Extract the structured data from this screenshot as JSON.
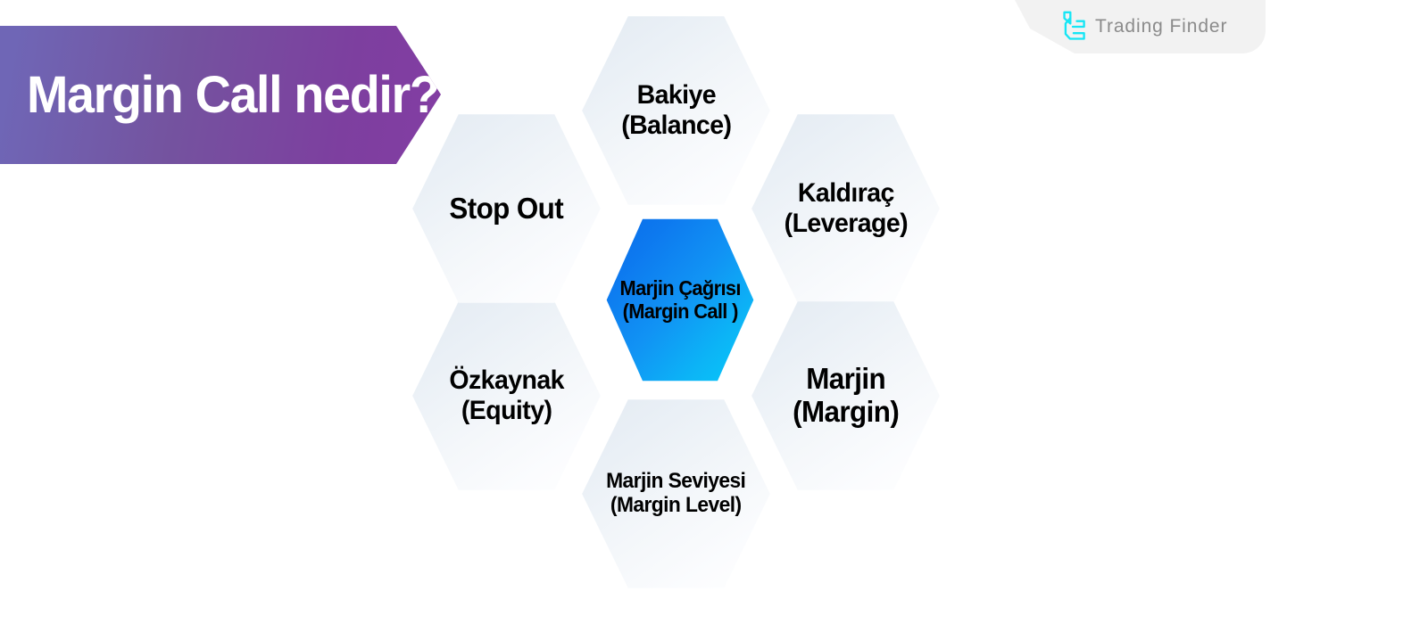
{
  "title": {
    "text": "Margin Call nedir?"
  },
  "brand": {
    "name": "Trading Finder",
    "logo_icon": "trading-finder-logo-icon"
  },
  "colors": {
    "ribbon_start": "#6f66b6",
    "ribbon_end": "#833da3",
    "center_hex_start": "#0a6ce8",
    "center_hex_end": "#07ccfa",
    "outer_hex_light": "#ffffff",
    "outer_hex_shade": "#e3eaf2",
    "label_text": "#000000",
    "brand_text": "#8b8b8b",
    "logo_mark": "#16e6f5"
  },
  "diagram": {
    "type": "honeycomb",
    "center": {
      "id": "margin-call",
      "line1": "Marjin Çağrısı",
      "line2": "(Margin Call )",
      "label": "Marjin Çağrısı\n(Margin Call )"
    },
    "nodes": [
      {
        "id": "balance",
        "position": "top",
        "label": "Bakiye\n(Balance)"
      },
      {
        "id": "leverage",
        "position": "top-right",
        "label": "Kaldıraç\n(Leverage)"
      },
      {
        "id": "margin",
        "position": "bottom-right",
        "label": "Marjin\n(Margin)"
      },
      {
        "id": "margin-level",
        "position": "bottom",
        "label": "Marjin Seviyesi\n(Margin Level)"
      },
      {
        "id": "equity",
        "position": "bottom-left",
        "label": "Özkaynak\n(Equity)"
      },
      {
        "id": "stop-out",
        "position": "top-left",
        "label": "Stop Out"
      }
    ]
  }
}
